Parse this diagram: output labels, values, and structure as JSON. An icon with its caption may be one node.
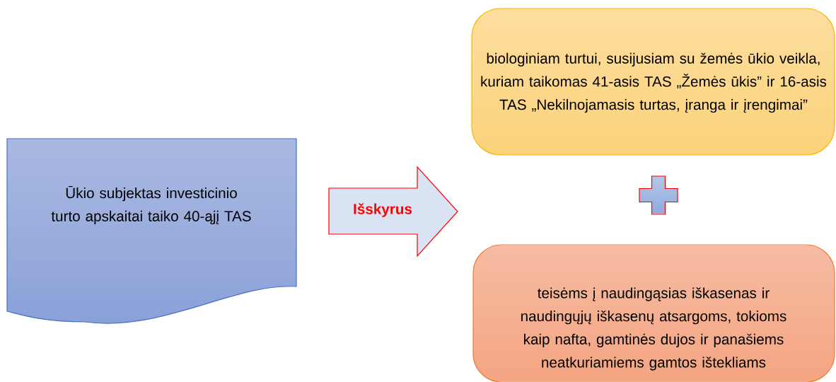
{
  "diagram": {
    "nodes": [
      {
        "text": [
          "Ūkio subjektas investicinio turto apskaitai taiko 40-ąjį TAS"
        ]
      },
      {
        "text": [
          "Išskyrus"
        ]
      },
      {
        "text": [
          "biologiniam turtui, susijusiam su žemės ūkio veikla, kuriam taikomas 41-asis TAS „Žemės ūkis” ir 16-asis TAS „Nekilnojamasis turtas, įranga ir įrengimai”"
        ]
      },
      {
        "text": [],
        "shape": "cross"
      },
      {
        "text": [
          "teisėms į naudingąsias iškasenas ir naudingųjų iškasenų atsargoms, tokioms kaip nafta, gamtinės dujos ir panašiems neatkuriamiems gamtos ištekliams"
        ]
      }
    ]
  }
}
